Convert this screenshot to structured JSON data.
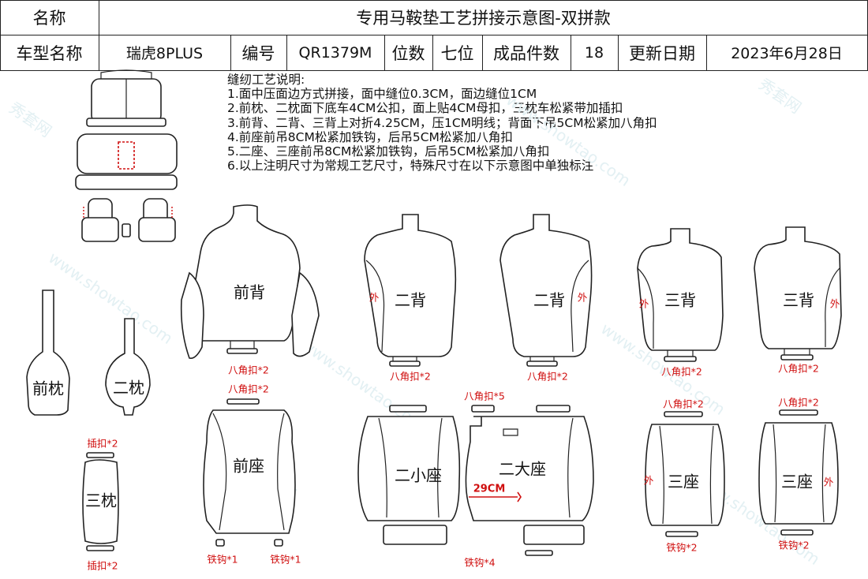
{
  "header": {
    "title_label": "名称",
    "title": "专用马鞍垫工艺拼接示意图-双拼款"
  },
  "info_row": {
    "model_label": "车型名称",
    "model": "瑞虎8PLUS",
    "code_label": "编号",
    "code": "QR1379M",
    "seats_label": "位数",
    "seats": "七位",
    "pieces_label": "成品件数",
    "pieces": "18",
    "update_label": "更新日期",
    "update_date": "2023年6月28日"
  },
  "notes": {
    "heading": "缝纫工艺说明:",
    "lines": [
      "1.面中压面边方式拼接，面中缝位0.3CM，面边缝位1CM",
      "2.前枕、二枕面下底车4CM公扣，面上贴4CM母扣，三枕车松紧带加插扣",
      "3.前背、二背、三背上对折4.25CM，压1CM明线；背面下吊5CM松紧加八角扣",
      "4.前座前吊8CM松紧加铁钩，后吊5CM松紧加八角扣",
      "5.二座、三座前吊8CM松紧加铁钩，后吊5CM松紧加八角扣",
      "6.以上注明尺寸为常规工艺尺寸，特殊尺寸在以下示意图中单独标注"
    ]
  },
  "pieces": {
    "front_back": "前背",
    "second_back_l": "二背",
    "second_back_r": "二背",
    "third_back_l": "三背",
    "third_back_r": "三背",
    "front_pillow": "前枕",
    "second_pillow": "二枕",
    "third_pillow": "三枕",
    "front_seat": "前座",
    "second_small_seat": "二小座",
    "second_big_seat": "二大座",
    "third_seat_l": "三座",
    "third_seat_r": "三座"
  },
  "annotations": {
    "outer": "外",
    "octagon_buckle_2": "八角扣*2",
    "octagon_buckle_5": "八角扣*5",
    "insert_buckle_2": "插扣*2",
    "iron_hook_1": "铁钩*1",
    "iron_hook_4": "铁钩*4",
    "iron_hook_2": "铁钩*2",
    "dimension_29cm": "29CM"
  },
  "watermark": {
    "cn": "秀套网",
    "url": "www.showtao.com"
  },
  "colors": {
    "red": "#d01010",
    "line": "#222222",
    "watermark": "#e3f0f3"
  }
}
